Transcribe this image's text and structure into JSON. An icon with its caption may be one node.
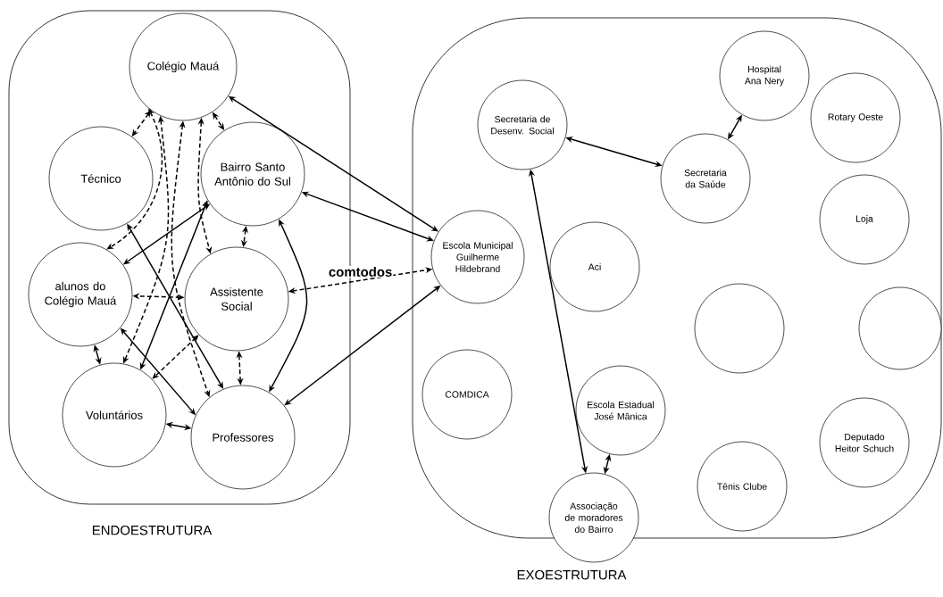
{
  "diagram": {
    "nodes": [
      {
        "text": [
          "ENDOESTRUTURA"
        ]
      },
      {
        "text": [
          "Colégio Mauá"
        ],
        "in": 0
      },
      {
        "text": [
          "Técnico"
        ],
        "in": 0
      },
      {
        "text": [
          "Bairro Santo Antônio do Sul"
        ],
        "in": 0
      },
      {
        "text": [
          "alunos do Colégio Mauá"
        ],
        "in": 0
      },
      {
        "text": [
          "Assistente Social"
        ],
        "in": 0
      },
      {
        "text": [
          "Voluntários"
        ],
        "in": 0
      },
      {
        "text": [
          "Professores"
        ],
        "in": 0
      },
      {
        "text": [
          "EXOESTRUTURA"
        ]
      },
      {
        "text": [
          "Secretaria de Desenv. Social"
        ],
        "in": 8
      },
      {
        "text": [
          "Hospital Ana Nery"
        ],
        "in": 8
      },
      {
        "text": [
          "Rotary Oeste"
        ],
        "in": 8
      },
      {
        "text": [
          "Secretaria da Saúde"
        ],
        "in": 8
      },
      {
        "text": [
          "Escola Municipal Guilherme Hildebrand"
        ],
        "in": 8
      },
      {
        "text": [
          "Aci"
        ],
        "in": 8
      },
      {
        "text": [
          "Loja"
        ],
        "in": 8
      },
      {
        "text": [],
        "shape": "circle",
        "in": 8
      },
      {
        "text": [],
        "shape": "circle",
        "in": 8
      },
      {
        "text": [
          "COMDICA"
        ],
        "in": 8
      },
      {
        "text": [
          "Escola Estadual José Mânica"
        ],
        "in": 8
      },
      {
        "text": [
          "Deputado Heitor Schuch"
        ],
        "in": 8
      },
      {
        "text": [
          "Tênis Clube"
        ],
        "in": 8
      },
      {
        "text": [
          "Associação de moradores do Bairro"
        ],
        "in": 8
      }
    ],
    "edges": [
      {
        "from": 1,
        "to": 13,
        "arrow": "both"
      },
      {
        "from": 3,
        "to": 13,
        "arrow": "both"
      },
      {
        "from": 13,
        "to": 7,
        "arrow": "both"
      },
      {
        "from": 5,
        "to": 13,
        "arrow": "both",
        "style": "dashed",
        "label": "comtodos"
      },
      {
        "from": 1,
        "to": 2,
        "arrow": "both",
        "style": "dashed"
      },
      {
        "from": 1,
        "to": 4,
        "arrow": "both",
        "style": "dashed"
      },
      {
        "from": 1,
        "to": 3,
        "arrow": "both",
        "style": "dashed"
      },
      {
        "from": 1,
        "to": 5,
        "arrow": "both",
        "style": "dashed"
      },
      {
        "from": 1,
        "to": 7,
        "arrow": "both",
        "style": "dashed"
      },
      {
        "from": 1,
        "to": 6,
        "arrow": "both",
        "style": "dashed"
      },
      {
        "from": 2,
        "to": 7,
        "arrow": "both"
      },
      {
        "from": 3,
        "to": 4,
        "arrow": "both"
      },
      {
        "from": 3,
        "to": 6,
        "arrow": "both"
      },
      {
        "from": 3,
        "to": 5,
        "arrow": "both",
        "style": "dashed"
      },
      {
        "from": 3,
        "to": 7,
        "arrow": "both"
      },
      {
        "from": 4,
        "to": 6,
        "arrow": "both"
      },
      {
        "from": 4,
        "to": 7,
        "arrow": "both"
      },
      {
        "from": 6,
        "to": 7,
        "arrow": "both"
      },
      {
        "from": 5,
        "to": 4,
        "arrow": "both",
        "style": "dashed"
      },
      {
        "from": 5,
        "to": 6,
        "arrow": "both",
        "style": "dashed"
      },
      {
        "from": 5,
        "to": 7,
        "arrow": "both",
        "style": "dashed"
      },
      {
        "from": 9,
        "to": 12,
        "arrow": "both"
      },
      {
        "from": 10,
        "to": 12,
        "arrow": "both"
      },
      {
        "from": 9,
        "to": 22,
        "arrow": "both"
      },
      {
        "from": 19,
        "to": 22,
        "arrow": "both"
      }
    ]
  }
}
